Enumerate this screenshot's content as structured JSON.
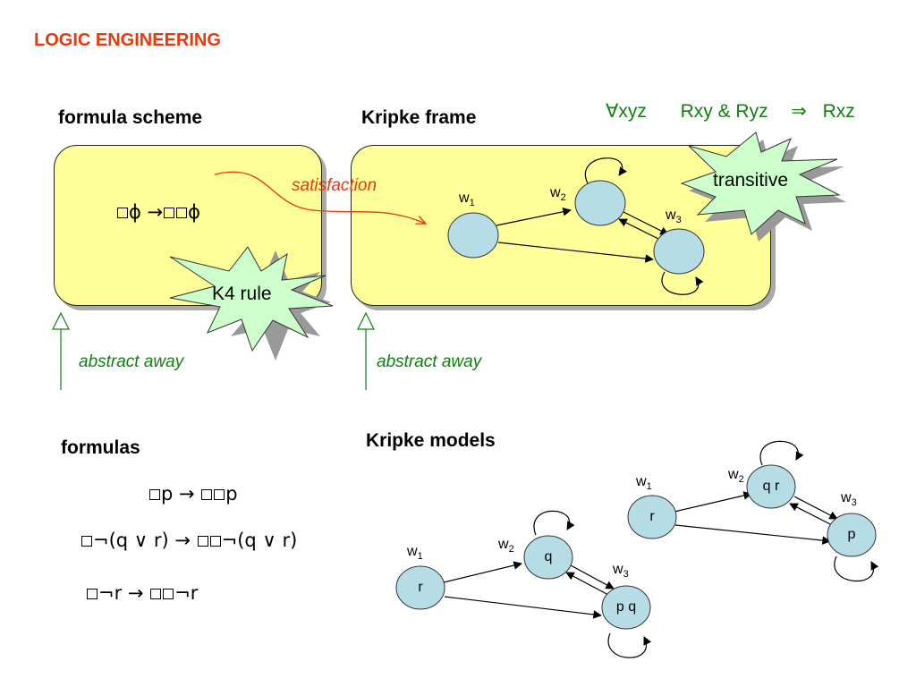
{
  "title": "LOGIC ENGINEERING",
  "headings": {
    "formula_scheme": "formula scheme",
    "kripke_frame": "Kripke frame",
    "formulas": "formulas",
    "kripke_models": "Kripke models"
  },
  "transitivity": {
    "quantifier": "∀xyz",
    "condition": "Rxy & Ryz",
    "implies": "⇒",
    "conclusion": "Rxz"
  },
  "scheme_formula": {
    "left": "ϕ →",
    "right": "ϕ"
  },
  "satisfaction_label": "satisfaction",
  "k4_rule_label": "K4 rule",
  "transitive_label": "transitive",
  "abstract_away_left": "abstract away",
  "abstract_away_right": "abstract away",
  "formulas_list": [
    {
      "a": "p →",
      "b": "p"
    },
    {
      "a": "¬(q ∨ r) →",
      "b": "¬(q ∨ r)"
    },
    {
      "a": "¬r →",
      "b": "¬r"
    }
  ],
  "frame_worlds": [
    {
      "name": "w",
      "sub": "1",
      "label": ""
    },
    {
      "name": "w",
      "sub": "2",
      "label": ""
    },
    {
      "name": "w",
      "sub": "3",
      "label": ""
    }
  ],
  "model_a_worlds": [
    {
      "name": "w",
      "sub": "1",
      "label": "r"
    },
    {
      "name": "w",
      "sub": "2",
      "label": "q"
    },
    {
      "name": "w",
      "sub": "3",
      "label": "p q"
    }
  ],
  "model_b_worlds": [
    {
      "name": "w",
      "sub": "1",
      "label": "r"
    },
    {
      "name": "w",
      "sub": "2",
      "label": "q r"
    },
    {
      "name": "w",
      "sub": "3",
      "label": "p"
    }
  ],
  "colors": {
    "title": "#e8380d",
    "box_fill": "#ffff99",
    "node_fill": "#b6dde5",
    "star_fill": "#ccffcc",
    "green_text": "#108010",
    "satisfaction": "#e8380d"
  }
}
